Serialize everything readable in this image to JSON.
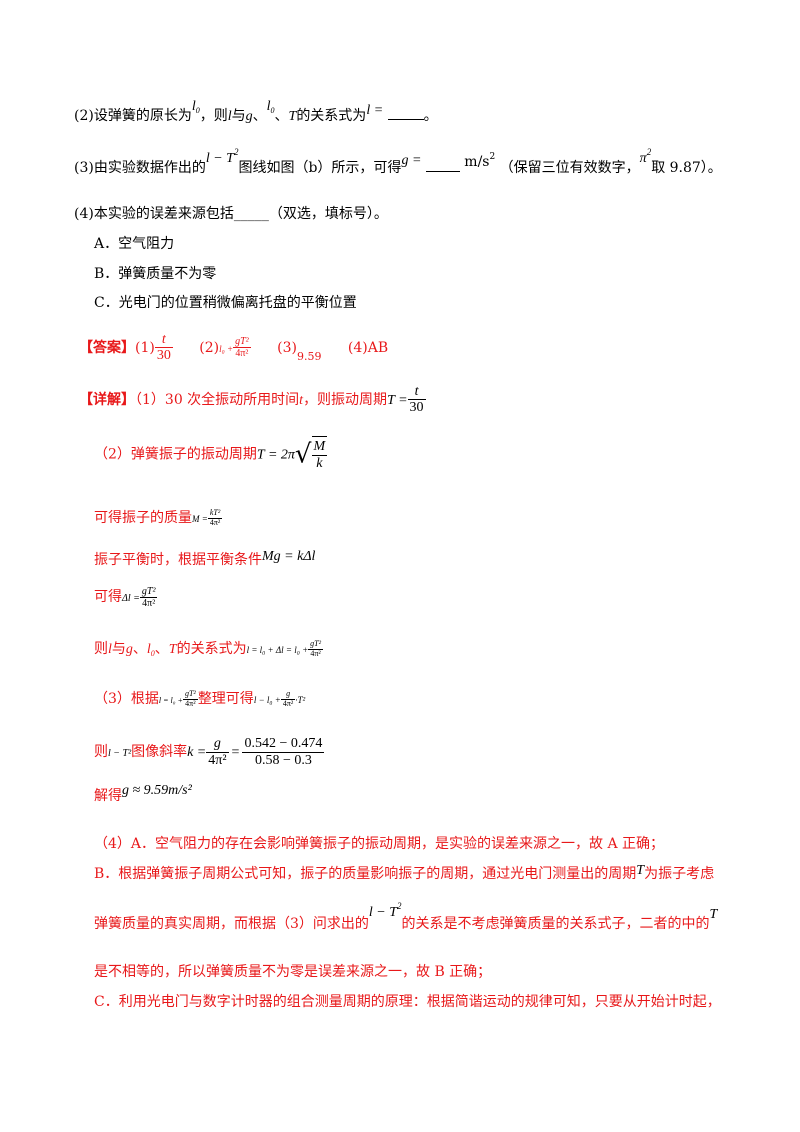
{
  "q2": {
    "prefix": "(2)设弹簧的原长为",
    "var_l0": "l",
    "var_l0_sub": "0",
    "mid": "，则",
    "l": "l",
    "with": "与",
    "g": "g",
    "sep1": "、",
    "l0b": "l",
    "l0b_sub": "0",
    "sep2": "、",
    "T": "T",
    "suffix": "的关系式为",
    "eq": "l =",
    "end": "。"
  },
  "q3": {
    "prefix": "(3)由实验数据作出的",
    "graph": "l − T",
    "graph_sup": "2",
    "text1": "图线如图（b）所示，可得",
    "g_eq": "g =",
    "unit": "m/s",
    "unit_sup": "2",
    "note": "（保留三位有效数字，",
    "pi": "π",
    "pi_sup": "2",
    "note2": "取 9.87）。"
  },
  "q4": {
    "text": "(4)本实验的误差来源包括_____（双选，填标号）。",
    "optA": "A．空气阻力",
    "optB": "B．弹簧质量不为零",
    "optC": "C．光电门的位置稍微偏离托盘的平衡位置"
  },
  "answer": {
    "tag": "【答案】",
    "a1_label": "(1)",
    "a1_num": "t",
    "a1_den": "30",
    "a2_label": "(2)",
    "a2_expr": "l₀ +",
    "a2_num": "gT²",
    "a2_den": "4π²",
    "a3_label": "(3)",
    "a3_val": "9.59",
    "a4": "(4)AB"
  },
  "detail": {
    "tag": "【详解】",
    "l1_text": "（1）30 次全振动所用时间",
    "l1_t": "t",
    "l1_text2": "，则振动周期",
    "l1_eq": "T =",
    "l1_num": "t",
    "l1_den": "30",
    "l2_text": "（2）弹簧振子的振动周期",
    "l2_eq": "T = 2π",
    "l2_num": "M",
    "l2_den": "k",
    "l3_text": "可得振子的质量",
    "l3_eq": "M =",
    "l3_num": "kT²",
    "l3_den": "4π²",
    "l4_text": "振子平衡时，根据平衡条件",
    "l4_eq": "Mg = kΔl",
    "l5_text": "可得",
    "l5_eq": "Δl =",
    "l5_num": "gT²",
    "l5_den": "4π²",
    "l6_text1": "则",
    "l6_l": "l",
    "l6_text2": "与",
    "l6_g": "g",
    "l6_sep1": "、",
    "l6_l0": "l",
    "l6_l0sub": "0",
    "l6_sep2": "、",
    "l6_T": "T",
    "l6_text3": "的关系式为",
    "l6_eq": "l = l₀ + Δl = l₀ +",
    "l6_num": "gT²",
    "l6_den": "4π²",
    "l7_text": "（3）根据",
    "l7_eq": "l = l₀ +",
    "l7_num": "gT²",
    "l7_den": "4π²",
    "l7_text2": "整理可得",
    "l7_eq2": "l − l₀ +",
    "l7_num2": "g",
    "l7_den2": "4π²",
    "l7_tail": "·T²",
    "l8_text": "则",
    "l8_graph": "l − T²",
    "l8_text2": "图像斜率",
    "l8_eq": "k =",
    "l8_num": "g",
    "l8_den": "4π²",
    "l8_eq2": "=",
    "l8_num2": "0.542 − 0.474",
    "l8_den2": "0.58 − 0.3",
    "l9_text": "解得",
    "l9_eq": "g ≈ 9.59m/s²"
  },
  "part4": {
    "a": "（4）A．空气阻力的存在会影响弹簧振子的振动周期，是实验的误差来源之一，故 A 正确；",
    "b1": "B．根据弹簧振子周期公式可知，振子的质量影响振子的周期，通过光电门测量出的周期",
    "b1_T": "T",
    "b1_tail": "为振子考虑",
    "b2": "弹簧质量的真实周期，而根据（3）问求出的",
    "b2_graph": "l − T",
    "b2_sup": "2",
    "b2_tail": "的关系是不考虑弹簧质量的关系式子，二者的中的",
    "b2_T": "T",
    "b3": "是不相等的，所以弹簧质量不为零是误差来源之一，故 B 正确；",
    "c": "C．利用光电门与数字计时器的组合测量周期的原理：根据简谐运动的规律可知，只要从开始计时起，"
  }
}
